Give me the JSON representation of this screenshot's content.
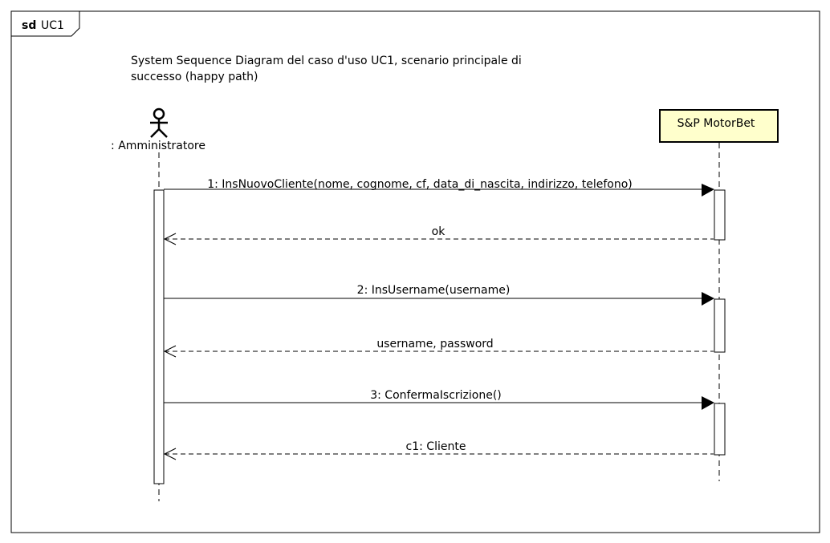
{
  "frame": {
    "keyword": "sd",
    "name": "UC1"
  },
  "note": {
    "line1": "System Sequence Diagram del caso d'uso UC1, scenario principale di",
    "line2": "successo (happy path)"
  },
  "actor": {
    "label": ": Amministratore"
  },
  "system": {
    "label": "S&P MotorBet",
    "fill": "#FFFFCC"
  },
  "messages": [
    {
      "label": "1: InsNuovoCliente(nome, cognome, cf, data_di_nascita, indirizzo, telefono)",
      "kind": "call"
    },
    {
      "label": "ok",
      "kind": "return"
    },
    {
      "label": "2: InsUsername(username)",
      "kind": "call"
    },
    {
      "label": "username, password",
      "kind": "return"
    },
    {
      "label": "3: ConfermaIscrizione()",
      "kind": "call"
    },
    {
      "label": "c1: Cliente",
      "kind": "return"
    }
  ]
}
